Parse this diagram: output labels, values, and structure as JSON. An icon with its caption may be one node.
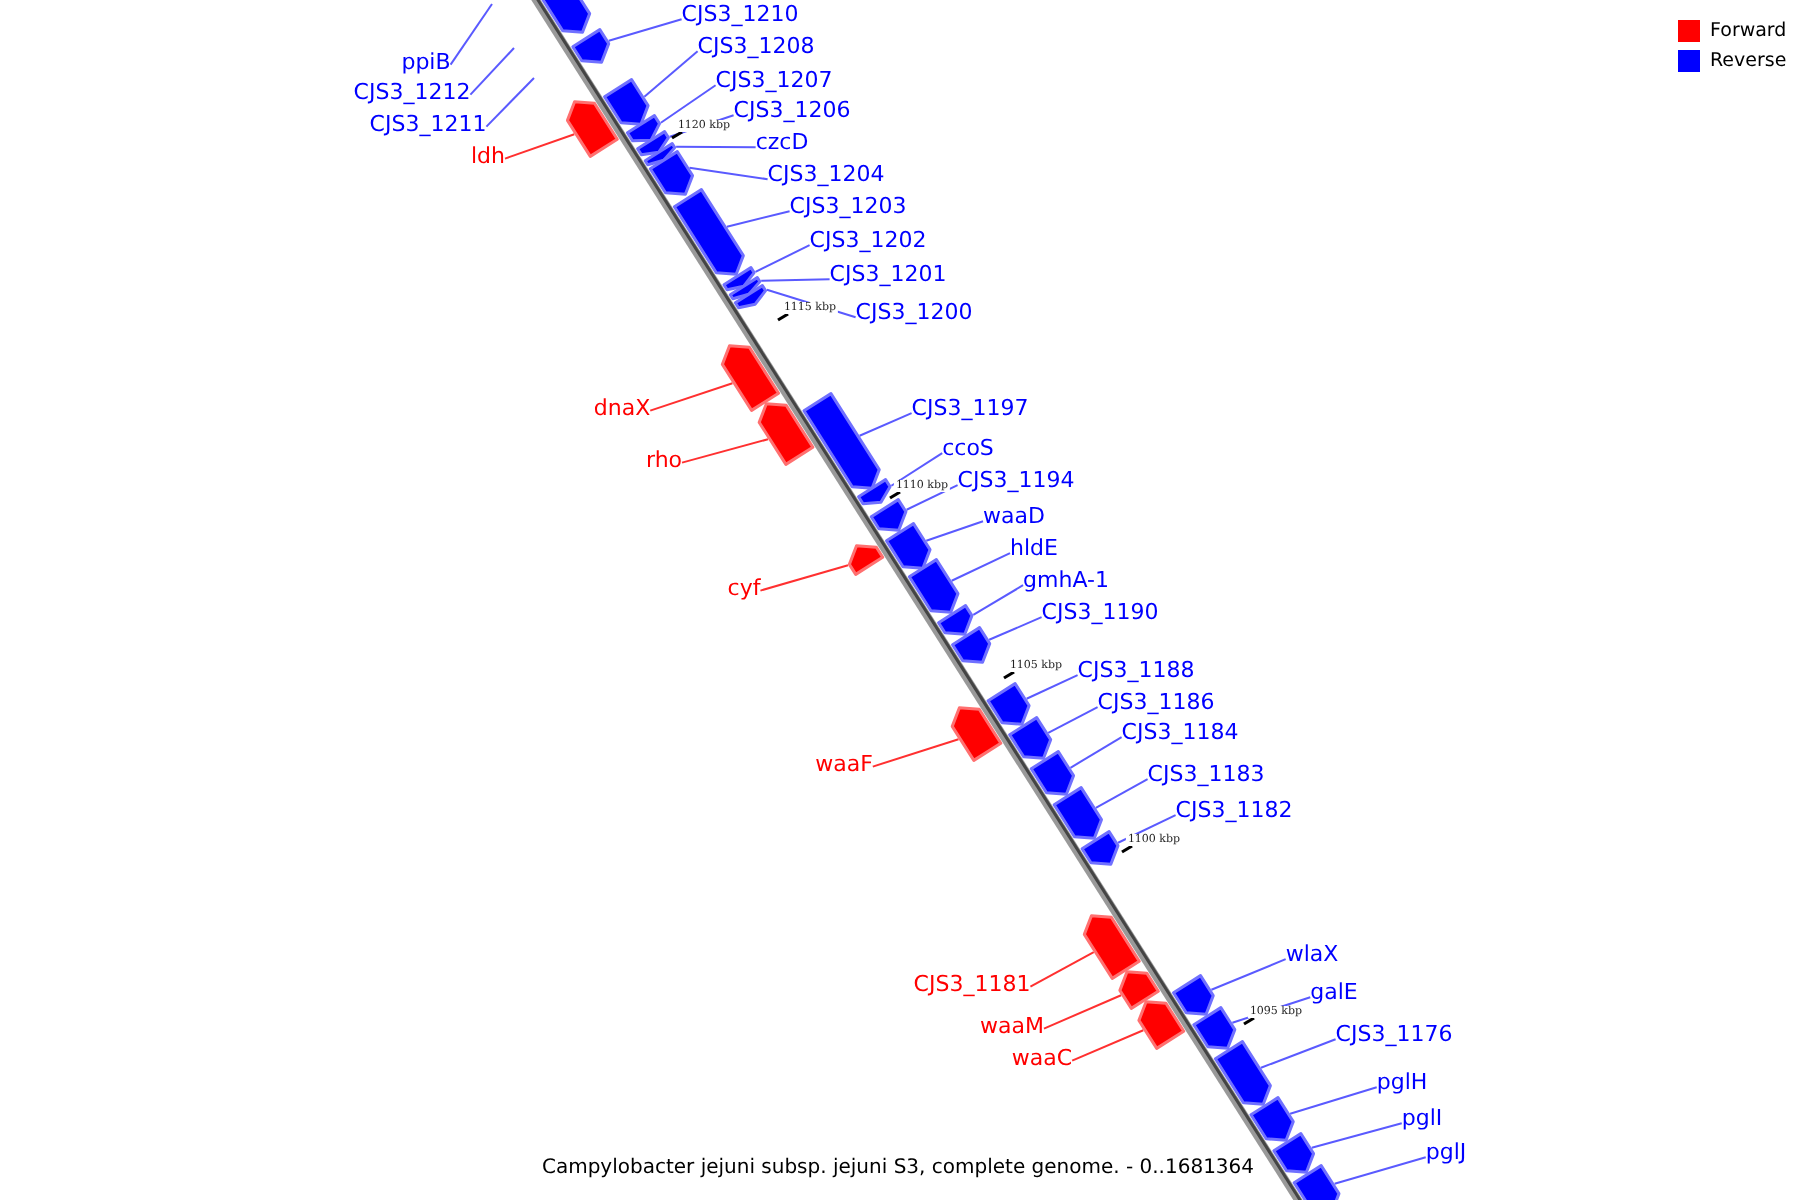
{
  "diagram": {
    "caption": "Campylobacter jejuni subsp. jejuni S3, complete genome. - 0..1681364",
    "nodes": [
      {
        "text": [],
        "shape": "bar"
      },
      {
        "text": [
          "CJS3_1210"
        ]
      },
      {
        "text": [],
        "shape": "bar"
      },
      {
        "text": [
          "ppiB"
        ]
      },
      {
        "text": [
          "CJS3_1212"
        ]
      },
      {
        "text": [
          "CJS3_1211"
        ]
      },
      {
        "text": [
          "CJS3_1208"
        ]
      },
      {
        "text": [],
        "shape": "bar"
      },
      {
        "text": [
          "CJS3_1207"
        ]
      },
      {
        "text": [],
        "shape": "bar"
      },
      {
        "text": [
          "CJS3_1206"
        ]
      },
      {
        "text": [],
        "shape": "bar"
      },
      {
        "text": [
          "czcD"
        ]
      },
      {
        "text": [],
        "shape": "bar"
      },
      {
        "text": [
          "ldh"
        ]
      },
      {
        "text": [],
        "shape": "bar"
      },
      {
        "text": [
          "CJS3_1204"
        ]
      },
      {
        "text": [],
        "shape": "bar"
      },
      {
        "text": [
          "CJS3_1203"
        ]
      },
      {
        "text": [],
        "shape": "bar"
      },
      {
        "text": [
          "CJS3_1202"
        ]
      },
      {
        "text": [],
        "shape": "bar"
      },
      {
        "text": [
          "CJS3_1201"
        ]
      },
      {
        "text": [],
        "shape": "bar"
      },
      {
        "text": [
          "CJS3_1200"
        ]
      },
      {
        "text": [],
        "shape": "bar"
      },
      {
        "text": [
          "dnaX"
        ]
      },
      {
        "text": [],
        "shape": "bar"
      },
      {
        "text": [
          "CJS3_1197"
        ]
      },
      {
        "text": [],
        "shape": "bar"
      },
      {
        "text": [
          "ccoS"
        ]
      },
      {
        "text": [],
        "shape": "bar"
      },
      {
        "text": [
          "rho"
        ]
      },
      {
        "text": [],
        "shape": "bar"
      },
      {
        "text": [
          "CJS3_1194"
        ]
      },
      {
        "text": [],
        "shape": "bar"
      },
      {
        "text": [
          "waaD"
        ]
      },
      {
        "text": [],
        "shape": "bar"
      },
      {
        "text": [
          "hldE"
        ]
      },
      {
        "text": [],
        "shape": "bar"
      },
      {
        "text": [
          "cyf"
        ]
      },
      {
        "text": [],
        "shape": "bar"
      },
      {
        "text": [
          "gmhA-1"
        ]
      },
      {
        "text": [],
        "shape": "bar"
      },
      {
        "text": [
          "CJS3_1190"
        ]
      },
      {
        "text": [],
        "shape": "bar"
      },
      {
        "text": [
          "CJS3_1188"
        ]
      },
      {
        "text": [],
        "shape": "bar"
      },
      {
        "text": [
          "CJS3_1186"
        ]
      },
      {
        "text": [],
        "shape": "bar"
      },
      {
        "text": [
          "CJS3_1184"
        ]
      },
      {
        "text": [],
        "shape": "bar"
      },
      {
        "text": [
          "waaF"
        ]
      },
      {
        "text": [],
        "shape": "bar"
      },
      {
        "text": [
          "CJS3_1183"
        ]
      },
      {
        "text": [],
        "shape": "bar"
      },
      {
        "text": [
          "CJS3_1182"
        ]
      },
      {
        "text": [],
        "shape": "bar"
      },
      {
        "text": [
          "wlaX"
        ]
      },
      {
        "text": [],
        "shape": "bar"
      },
      {
        "text": [
          "CJS3_1181"
        ]
      },
      {
        "text": [],
        "shape": "bar"
      },
      {
        "text": [
          "galE"
        ]
      },
      {
        "text": [],
        "shape": "bar"
      },
      {
        "text": [
          "waaM"
        ]
      },
      {
        "text": [],
        "shape": "bar"
      },
      {
        "text": [
          "CJS3_1176"
        ]
      },
      {
        "text": [],
        "shape": "bar"
      },
      {
        "text": [
          "waaC"
        ]
      },
      {
        "text": [],
        "shape": "bar"
      },
      {
        "text": [
          "pglH"
        ]
      },
      {
        "text": [],
        "shape": "bar"
      },
      {
        "text": [
          "pglI"
        ]
      },
      {
        "text": [],
        "shape": "bar"
      },
      {
        "text": [
          "pglJ"
        ]
      },
      {
        "text": [],
        "shape": "bar"
      }
    ],
    "edges": [
      {
        "from": 1,
        "to": 2,
        "arrow": "none"
      },
      {
        "from": 3,
        "to": null,
        "arrow": "none"
      },
      {
        "from": 4,
        "to": null,
        "arrow": "none"
      },
      {
        "from": 5,
        "to": null,
        "arrow": "none"
      },
      {
        "from": 6,
        "to": 7,
        "arrow": "none"
      },
      {
        "from": 8,
        "to": 9,
        "arrow": "none"
      },
      {
        "from": 10,
        "to": 11,
        "arrow": "none"
      },
      {
        "from": 12,
        "to": 13,
        "arrow": "none"
      },
      {
        "from": 14,
        "to": 15,
        "arrow": "none",
        "color": "#ff3030"
      },
      {
        "from": 16,
        "to": 17,
        "arrow": "none"
      },
      {
        "from": 18,
        "to": 19,
        "arrow": "none"
      },
      {
        "from": 20,
        "to": 21,
        "arrow": "none"
      },
      {
        "from": 22,
        "to": 23,
        "arrow": "none"
      },
      {
        "from": 24,
        "to": 25,
        "arrow": "none"
      },
      {
        "from": 26,
        "to": 27,
        "arrow": "none",
        "color": "#ff3030"
      },
      {
        "from": 28,
        "to": 29,
        "arrow": "none"
      },
      {
        "from": 30,
        "to": 31,
        "arrow": "none"
      },
      {
        "from": 32,
        "to": 33,
        "arrow": "none",
        "color": "#ff3030"
      },
      {
        "from": 34,
        "to": 35,
        "arrow": "none"
      },
      {
        "from": 36,
        "to": 37,
        "arrow": "none"
      },
      {
        "from": 38,
        "to": 39,
        "arrow": "none"
      },
      {
        "from": 40,
        "to": 41,
        "arrow": "none",
        "color": "#ff3030"
      },
      {
        "from": 42,
        "to": 43,
        "arrow": "none"
      },
      {
        "from": 44,
        "to": 45,
        "arrow": "none"
      },
      {
        "from": 46,
        "to": 47,
        "arrow": "none"
      },
      {
        "from": 48,
        "to": 49,
        "arrow": "none"
      },
      {
        "from": 50,
        "to": 51,
        "arrow": "none"
      },
      {
        "from": 52,
        "to": 53,
        "arrow": "none",
        "color": "#ff3030"
      },
      {
        "from": 54,
        "to": 55,
        "arrow": "none"
      },
      {
        "from": 56,
        "to": 57,
        "arrow": "none"
      },
      {
        "from": 58,
        "to": 59,
        "arrow": "none"
      },
      {
        "from": 60,
        "to": 61,
        "arrow": "none",
        "color": "#ff3030"
      },
      {
        "from": 62,
        "to": 63,
        "arrow": "none"
      },
      {
        "from": 64,
        "to": 65,
        "arrow": "none",
        "color": "#ff3030"
      },
      {
        "from": 66,
        "to": 67,
        "arrow": "none"
      },
      {
        "from": 68,
        "to": 69,
        "arrow": "none",
        "color": "#ff3030"
      },
      {
        "from": 70,
        "to": 71,
        "arrow": "none"
      },
      {
        "from": 72,
        "to": 73,
        "arrow": "none"
      },
      {
        "from": 74,
        "to": 75,
        "arrow": "none"
      }
    ],
    "labels": [
      "1120 kbp",
      "1115 kbp",
      "1110 kbp",
      "1105 kbp",
      "1100 kbp",
      "1095 kbp"
    ],
    "legend": [
      {
        "text": "Forward",
        "color": "#ff0000"
      },
      {
        "text": "Reverse",
        "color": "#0000ff"
      }
    ]
  }
}
